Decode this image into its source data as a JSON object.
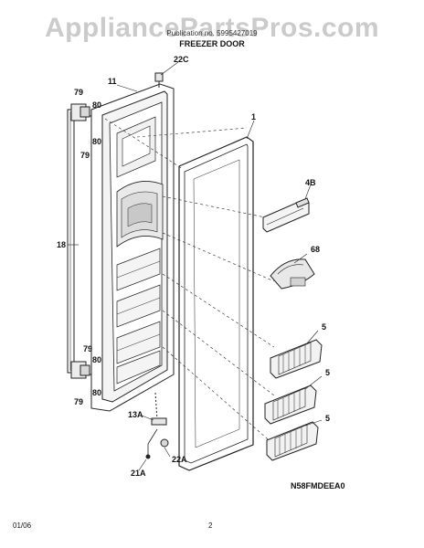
{
  "watermark": "AppliancePartsPros.com",
  "header_text": "Publication no. 5995427019",
  "title": "FREEZER DOOR",
  "diagram_code": "N58FMDEEA0",
  "footer": {
    "date": "01/06",
    "page": "2"
  },
  "callouts": {
    "c22C": "22C",
    "c11": "11",
    "c79a": "79",
    "c80a": "80",
    "c80b": "80",
    "c79b": "79",
    "c1": "1",
    "c4B": "4B",
    "c18": "18",
    "c68": "68",
    "c79c": "79",
    "c80c": "80",
    "c80d": "80",
    "c79d": "79",
    "c5a": "5",
    "c5b": "5",
    "c5c": "5",
    "c13A": "13A",
    "c22A": "22A",
    "c21A": "21A"
  }
}
